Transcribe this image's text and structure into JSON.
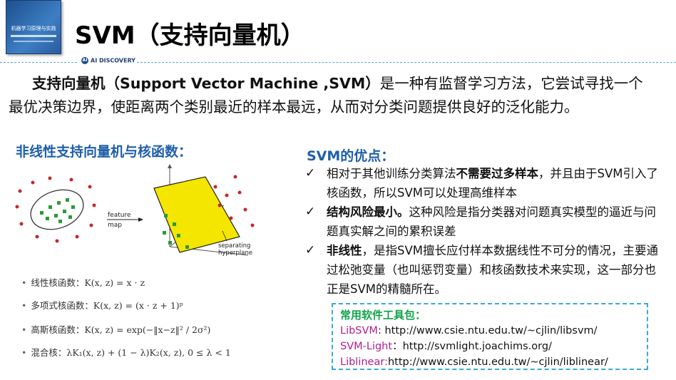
{
  "book": {
    "cover_text": "机器学习原理与实践"
  },
  "title": "SVM（支持向量机）",
  "badge": {
    "icon_text": "AI",
    "label": "AI DISCOVERY"
  },
  "intro": {
    "bold_lead": "支持向量机（Support Vector Machine ,SVM）",
    "text": "是一种有监督学习方法，它尝试寻找一个最优决策边界，使距离两个类别最近的样本最远，从而对分类问题提供良好的泛化能力。"
  },
  "left_heading": "非线性支持向量机与核函数：",
  "diagram": {
    "feature_label": "feature",
    "map_label": "map",
    "plane_label_1": "separating",
    "plane_label_2": "hyperplane"
  },
  "kernels": [
    {
      "label": "线性核函数：",
      "formula": "K(x, z) = x · z"
    },
    {
      "label": "多项式核函数：",
      "formula": "K(x, z) = (x · z + 1)ᵖ"
    },
    {
      "label": "高斯核函数：",
      "formula": "K(x, z) = exp(−‖x−z‖² / 2σ²)"
    },
    {
      "label": "混合核：",
      "formula": "λK₁(x, z) + (1 − λ)K₂(x, z), 0 ≤ λ < 1"
    }
  ],
  "right_heading": "SVM的优点：",
  "advantages": [
    {
      "check": "✓",
      "pre": "相对于其他训练分类算法",
      "bold": "不需要过多样本",
      "post": "，并且由于SVM引入了核函数，所以SVM可以处理高维样本"
    },
    {
      "check": "✓",
      "pre": "",
      "bold": "结构风险最小。",
      "post": "这种风险是指分类器对问题真实模型的逼近与问题真实解之间的累积误差"
    },
    {
      "check": "✓",
      "pre": "",
      "bold": "非线性",
      "post": "，是指SVM擅长应付样本数据线性不可分的情况，主要通过松弛变量（也叫惩罚变量）和核函数技术来实现，这一部分也正是SVM的精髓所在。"
    }
  ],
  "software": {
    "heading": "常用软件工具包：",
    "items": [
      {
        "name": "LibSVM",
        "sep": ": ",
        "url": "http://www.csie.ntu.edu.tw/~cjlin/libsvm/"
      },
      {
        "name": "SVM-Light",
        "sep": "：",
        "url": "http://svmlight.joachims.org/"
      },
      {
        "name": "Liblinear:",
        "sep": "",
        "url": "http://www.csie.ntu.edu.tw/~cjlin/liblinear/"
      }
    ]
  },
  "colors": {
    "heading_blue": "#1f5fa9",
    "green": "#11a34a",
    "magenta": "#b0208e",
    "box_border": "#39a9dc"
  }
}
